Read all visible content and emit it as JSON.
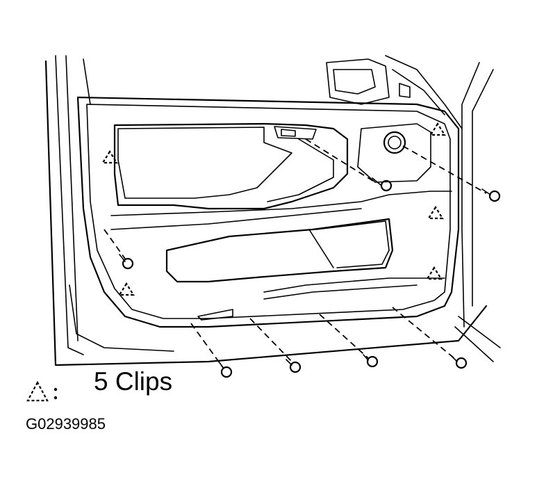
{
  "legend": {
    "symbol": "clip-triangle-icon",
    "separator": ":",
    "label": "5 Clips"
  },
  "figure_id": "G02939985",
  "parts": {
    "clips": 5,
    "screws": 7
  }
}
